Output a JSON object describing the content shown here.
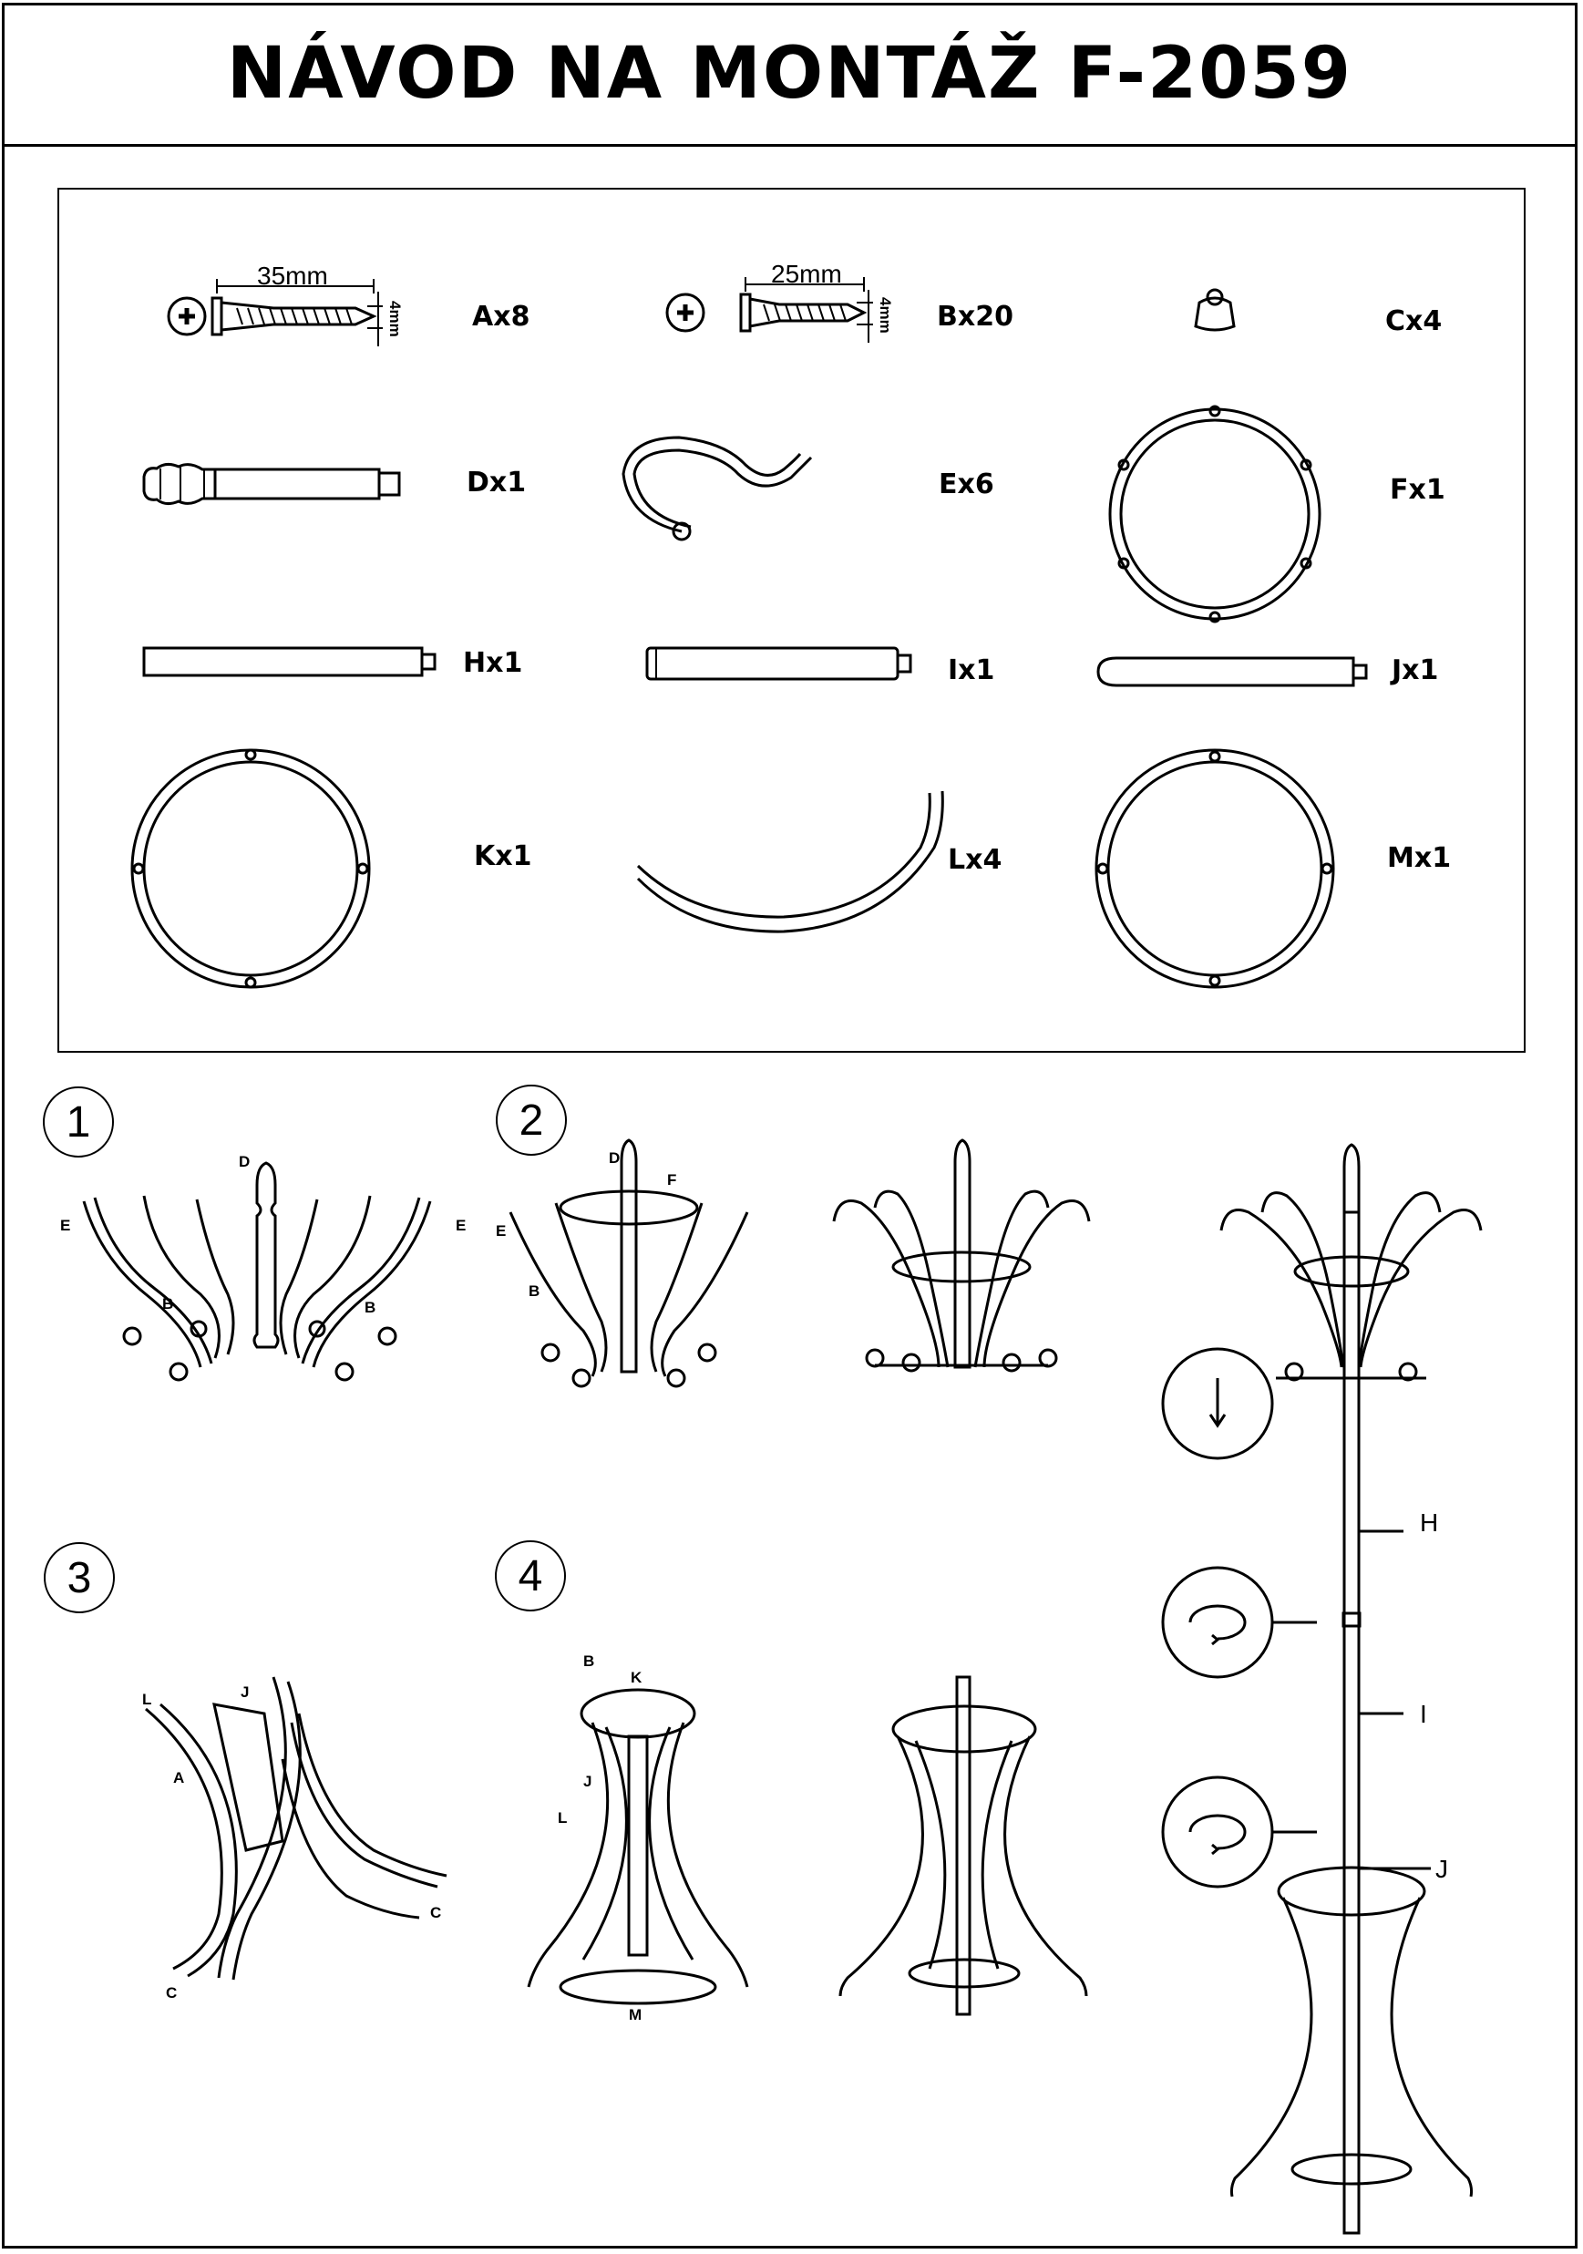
{
  "header": {
    "title": "NÁVOD NA MONTÁŽ  F-2059"
  },
  "parts": {
    "a": {
      "label": "Ax8",
      "dim_length": "35mm",
      "dim_dia": "4mm"
    },
    "b": {
      "label": "Bx20",
      "dim_length": "25mm",
      "dim_dia": "4mm"
    },
    "c": {
      "label": "Cx4"
    },
    "d": {
      "label": "Dx1"
    },
    "e": {
      "label": "Ex6"
    },
    "f": {
      "label": "Fx1"
    },
    "h": {
      "label": "Hx1"
    },
    "i": {
      "label": "Ix1"
    },
    "j": {
      "label": "Jx1"
    },
    "k": {
      "label": "Kx1"
    },
    "l": {
      "label": "Lx4"
    },
    "m": {
      "label": "Mx1"
    }
  },
  "steps": [
    {
      "number": "1"
    },
    {
      "number": "2"
    },
    {
      "number": "3"
    },
    {
      "number": "4"
    }
  ],
  "callouts": {
    "h": "H",
    "i": "I",
    "j": "J"
  },
  "step_labels": {
    "A": "A",
    "B": "B",
    "C": "C",
    "D": "D",
    "E": "E",
    "F": "F",
    "J": "J",
    "K": "K",
    "L": "L",
    "M": "M"
  }
}
